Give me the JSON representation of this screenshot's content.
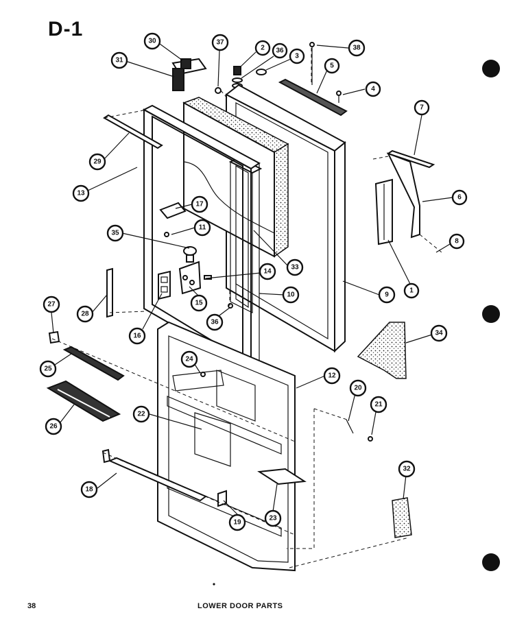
{
  "header": {
    "title": "D-1"
  },
  "footer": {
    "page_number": "38",
    "caption": "LOWER DOOR PARTS"
  },
  "callouts": [
    {
      "id": "c30",
      "label": "30"
    },
    {
      "id": "c31",
      "label": "31"
    },
    {
      "id": "c37",
      "label": "37"
    },
    {
      "id": "c2",
      "label": "2"
    },
    {
      "id": "c36a",
      "label": "36"
    },
    {
      "id": "c3",
      "label": "3"
    },
    {
      "id": "c38",
      "label": "38"
    },
    {
      "id": "c5",
      "label": "5"
    },
    {
      "id": "c4",
      "label": "4"
    },
    {
      "id": "c29",
      "label": "29"
    },
    {
      "id": "c13",
      "label": "13"
    },
    {
      "id": "c17",
      "label": "17"
    },
    {
      "id": "c11",
      "label": "11"
    },
    {
      "id": "c35",
      "label": "35"
    },
    {
      "id": "c33",
      "label": "33"
    },
    {
      "id": "c14",
      "label": "14"
    },
    {
      "id": "c10",
      "label": "10"
    },
    {
      "id": "c9",
      "label": "9"
    },
    {
      "id": "c7",
      "label": "7"
    },
    {
      "id": "c6",
      "label": "6"
    },
    {
      "id": "c8",
      "label": "8"
    },
    {
      "id": "c1",
      "label": "1"
    },
    {
      "id": "c28",
      "label": "28"
    },
    {
      "id": "c15",
      "label": "15"
    },
    {
      "id": "c36b",
      "label": "36"
    },
    {
      "id": "c16",
      "label": "16"
    },
    {
      "id": "c27",
      "label": "27"
    },
    {
      "id": "c25",
      "label": "25"
    },
    {
      "id": "c24",
      "label": "24"
    },
    {
      "id": "c12",
      "label": "12"
    },
    {
      "id": "c34",
      "label": "34"
    },
    {
      "id": "c26",
      "label": "26"
    },
    {
      "id": "c22",
      "label": "22"
    },
    {
      "id": "c20",
      "label": "20"
    },
    {
      "id": "c21",
      "label": "21"
    },
    {
      "id": "c18",
      "label": "18"
    },
    {
      "id": "c19",
      "label": "19"
    },
    {
      "id": "c23",
      "label": "23"
    },
    {
      "id": "c32",
      "label": "32"
    }
  ]
}
